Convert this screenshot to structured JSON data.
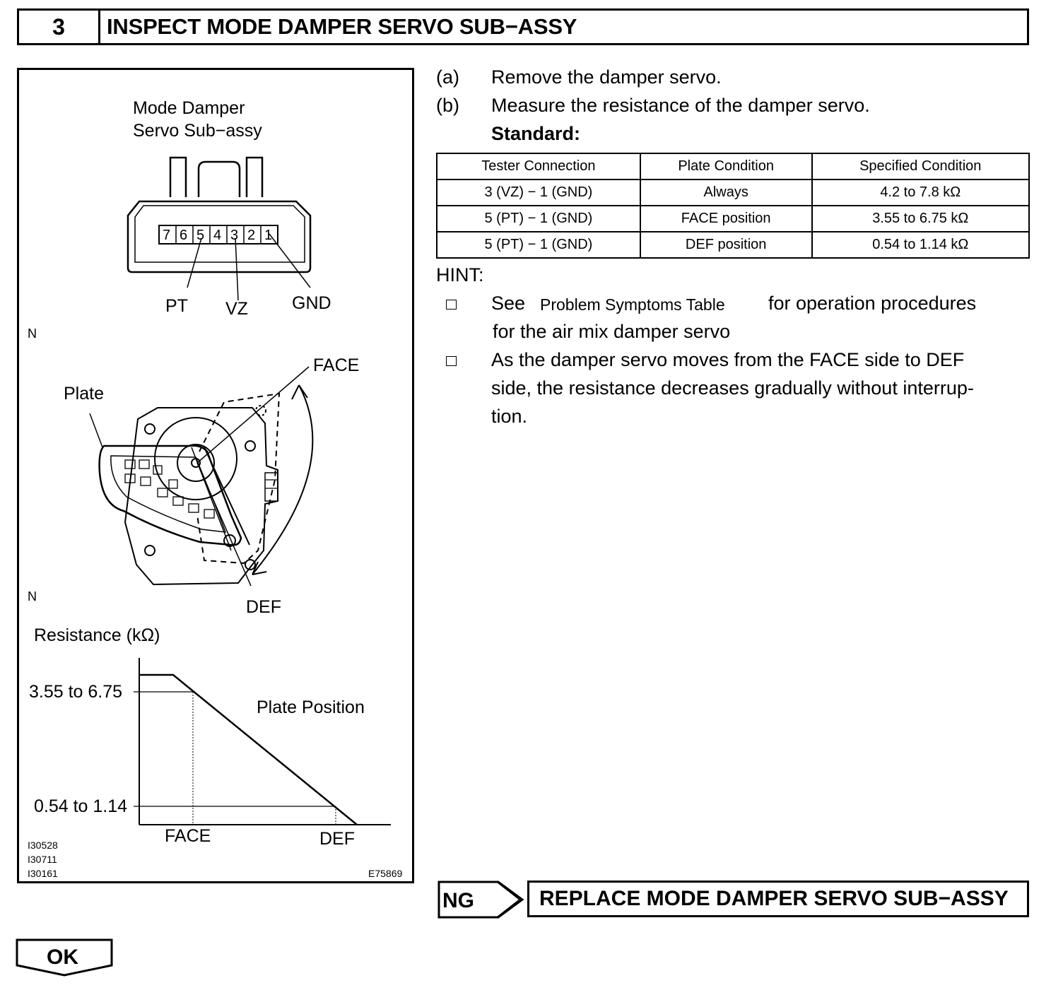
{
  "header": {
    "step_number": "3",
    "title": "INSPECT MODE DAMPER SERVO SUB−ASSY"
  },
  "figure": {
    "component_label_line1": "Mode Damper",
    "component_label_line2": "Servo Sub−assy",
    "connector_pins": [
      "7",
      "6",
      "5",
      "4",
      "3",
      "2",
      "1"
    ],
    "pin_labels": {
      "pt": "PT",
      "vz": "VZ",
      "gnd": "GND"
    },
    "view_marker_1": "N",
    "view_marker_2": "N",
    "plate_label": "Plate",
    "face_label": "FACE",
    "def_label": "DEF",
    "graph": {
      "y_title": "Resistance (kΩ)",
      "y_high_label": "3.55 to 6.75",
      "y_low_label": "0.54 to 1.14",
      "curve_label": "Plate Position",
      "x_face_label": "FACE",
      "x_def_label": "DEF"
    },
    "ref_codes": [
      "I30528",
      "I30711",
      "I30161"
    ],
    "figure_code": "E75869"
  },
  "steps": [
    {
      "marker": "(a)",
      "text": "Remove the damper servo."
    },
    {
      "marker": "(b)",
      "text": "Measure the resistance of the damper servo."
    }
  ],
  "standard_label": "Standard:",
  "spec_table": {
    "headers": [
      "Tester Connection",
      "Plate Condition",
      "Specified Condition"
    ],
    "rows": [
      [
        "3 (VZ) − 1 (GND)",
        "Always",
        "4.2 to 7.8 kΩ"
      ],
      [
        "5 (PT) − 1 (GND)",
        "FACE position",
        "3.55 to 6.75 kΩ"
      ],
      [
        "5 (PT) − 1 (GND)",
        "DEF position",
        "0.54 to 1.14 kΩ"
      ]
    ]
  },
  "hint": {
    "label": "HINT:",
    "item1_see": "See",
    "item1_link": "Problem Symptoms Table",
    "item1_rest": "for operation procedures",
    "item1_line2": "for the air mix  damper  servo",
    "item2_line1": "As the damper servo moves from the FACE side to DEF",
    "item2_line2": "side, the resistance decreases gradually without interrup-",
    "item2_line3": "tion."
  },
  "result_ng": {
    "label": "NG",
    "action": "REPLACE MODE DAMPER SERVO SUB−ASSY"
  },
  "result_ok": {
    "label": "OK"
  }
}
